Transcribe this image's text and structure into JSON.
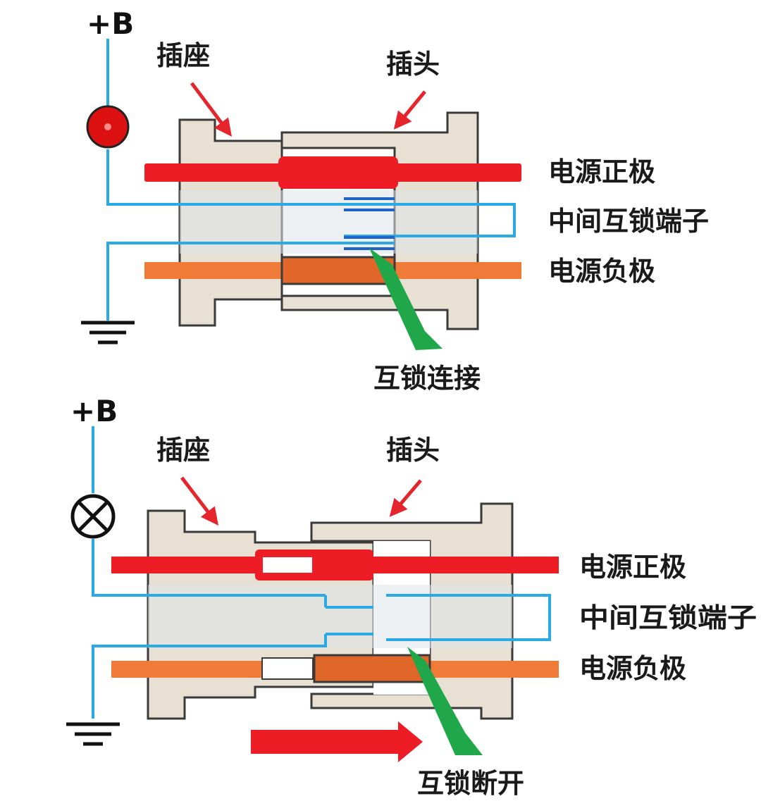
{
  "top": {
    "supply_label": "+B",
    "socket_label": "插座",
    "plug_label": "插头",
    "wire_labels": [
      "电源正极",
      "中间互锁端子",
      "电源负极"
    ],
    "status_label": "互锁连接",
    "lamp_state": "on"
  },
  "bottom": {
    "supply_label": "+B",
    "socket_label": "插座",
    "plug_label": "插头",
    "wire_labels": [
      "电源正极",
      "中间互锁端子",
      "电源负极"
    ],
    "status_label": "互锁断开",
    "lamp_state": "off"
  },
  "colors": {
    "positive": "#ee1c25",
    "negative": "#f07a38",
    "interlock": "#29a9e6",
    "housing": "#e8e0d2",
    "pointer_red": "#e5242b",
    "pointer_green": "#1fa74a",
    "lamp_on": "#dd1111"
  }
}
